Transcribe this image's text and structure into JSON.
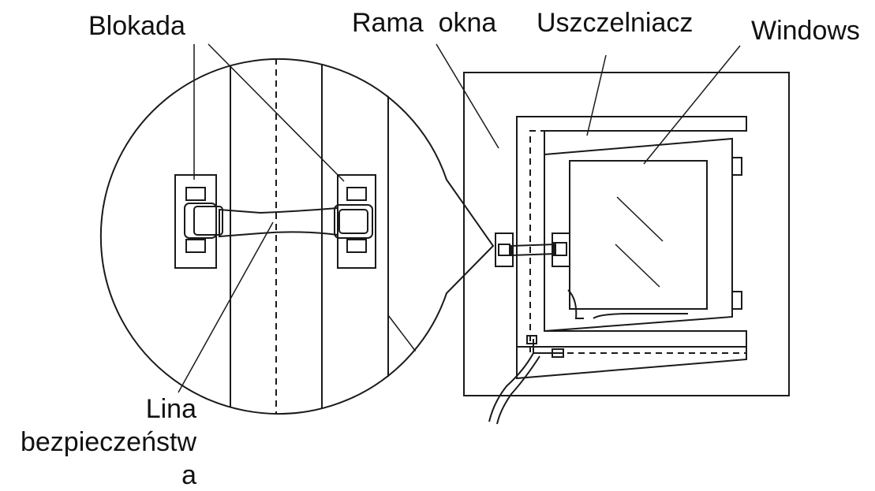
{
  "labels": {
    "lock": "Blokada",
    "window_frame": "Rama  okna",
    "seal": "Uszczelniacz",
    "window": "Windows",
    "safety_line_1": "Lina",
    "safety_line_2": "bezpieczeństw",
    "safety_line_3": "a"
  },
  "colors": {
    "ink": "#1a1a1a",
    "background": "#ffffff"
  }
}
